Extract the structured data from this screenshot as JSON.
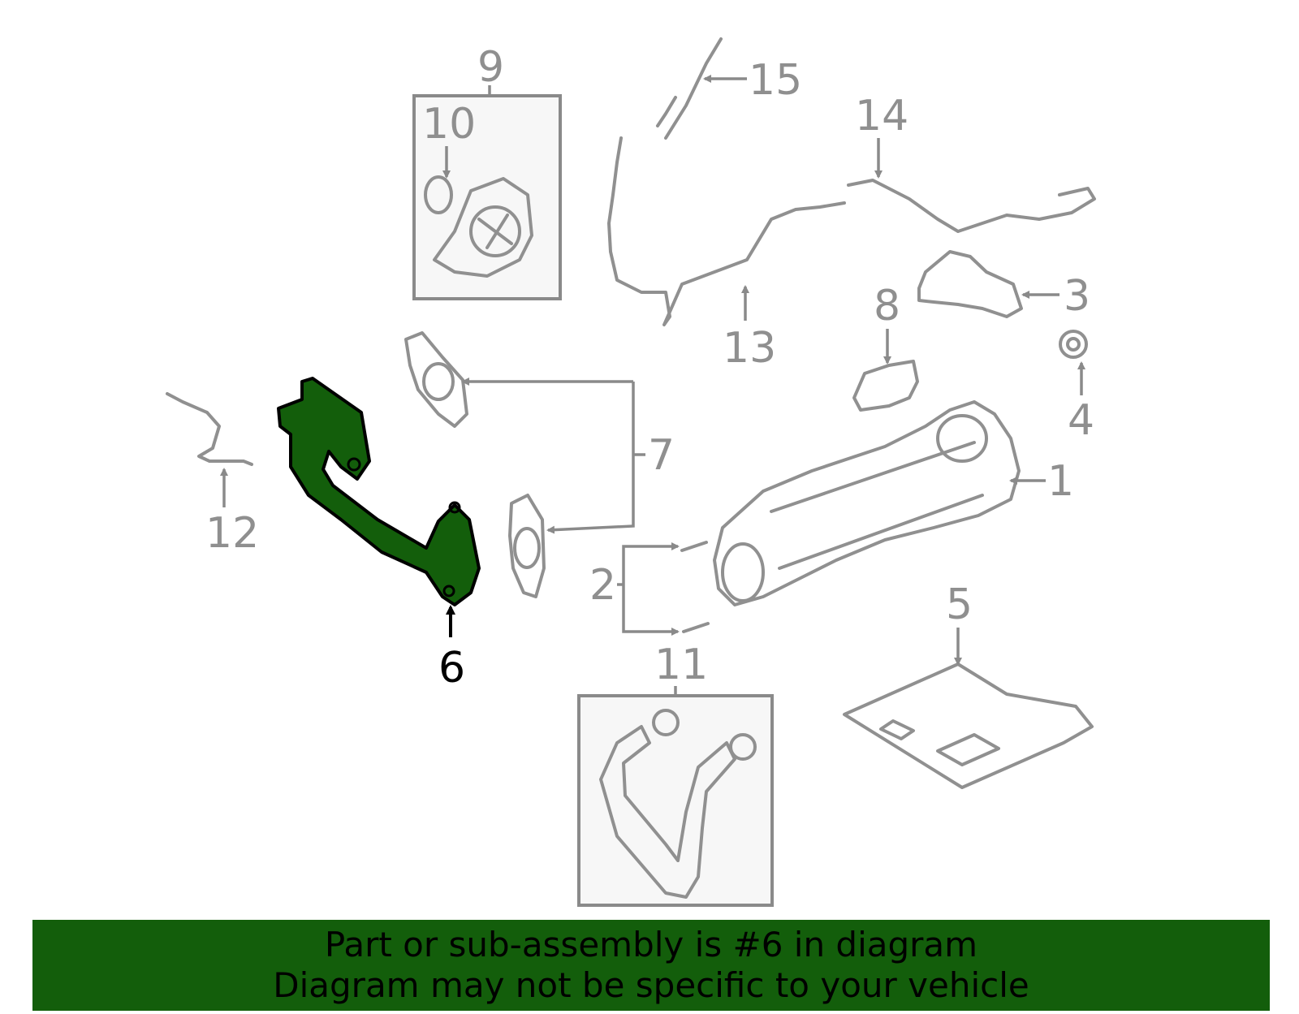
{
  "diagram": {
    "highlighted_part": "6",
    "highlight_color": "#135e0b",
    "callouts": [
      "1",
      "2",
      "3",
      "4",
      "5",
      "6",
      "7",
      "8",
      "9",
      "10",
      "11",
      "12",
      "13",
      "14",
      "15"
    ]
  },
  "banner": {
    "line1": "Part or sub-assembly is #6 in diagram",
    "line2": "Diagram may not be specific to your vehicle",
    "background": "#135e0b"
  }
}
